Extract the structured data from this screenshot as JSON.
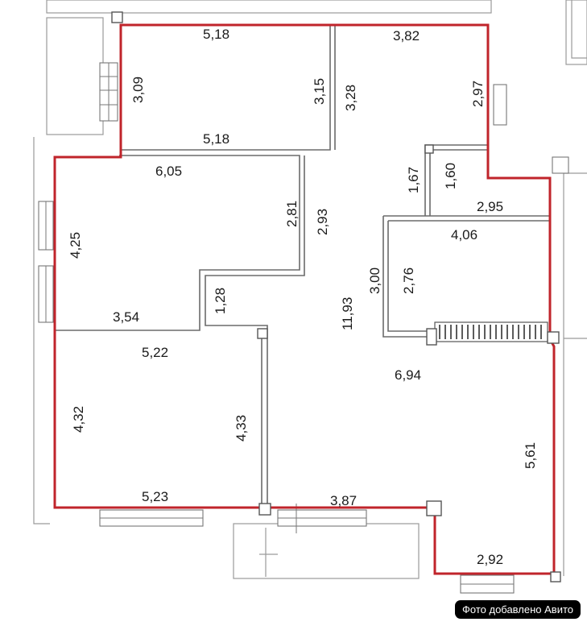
{
  "dimensions": [
    {
      "id": "d1",
      "text": "5,18"
    },
    {
      "id": "d2",
      "text": "3,82"
    },
    {
      "id": "d3",
      "text": "3,09"
    },
    {
      "id": "d4",
      "text": "3,15"
    },
    {
      "id": "d5",
      "text": "3,28"
    },
    {
      "id": "d6",
      "text": "2,97"
    },
    {
      "id": "d7",
      "text": "5,18"
    },
    {
      "id": "d8",
      "text": "6,05"
    },
    {
      "id": "d9",
      "text": "1,67"
    },
    {
      "id": "d10",
      "text": "1,60"
    },
    {
      "id": "d11",
      "text": "2,95"
    },
    {
      "id": "d12",
      "text": "4,25"
    },
    {
      "id": "d13",
      "text": "2,81"
    },
    {
      "id": "d14",
      "text": "2,93"
    },
    {
      "id": "d15",
      "text": "4,06"
    },
    {
      "id": "d16",
      "text": "3,00"
    },
    {
      "id": "d17",
      "text": "2,76"
    },
    {
      "id": "d18",
      "text": "1,28"
    },
    {
      "id": "d19",
      "text": "11,93"
    },
    {
      "id": "d20",
      "text": "3,54"
    },
    {
      "id": "d21",
      "text": "5,22"
    },
    {
      "id": "d22",
      "text": "6,94"
    },
    {
      "id": "d23",
      "text": "4,32"
    },
    {
      "id": "d24",
      "text": "4,33"
    },
    {
      "id": "d25",
      "text": "5,61"
    },
    {
      "id": "d26",
      "text": "5,23"
    },
    {
      "id": "d27",
      "text": "3,87"
    },
    {
      "id": "d28",
      "text": "2,92"
    }
  ],
  "colors": {
    "outline": "#c0242b",
    "walls": "#6b6b6b"
  },
  "watermark": "Фото добавлено Авито"
}
